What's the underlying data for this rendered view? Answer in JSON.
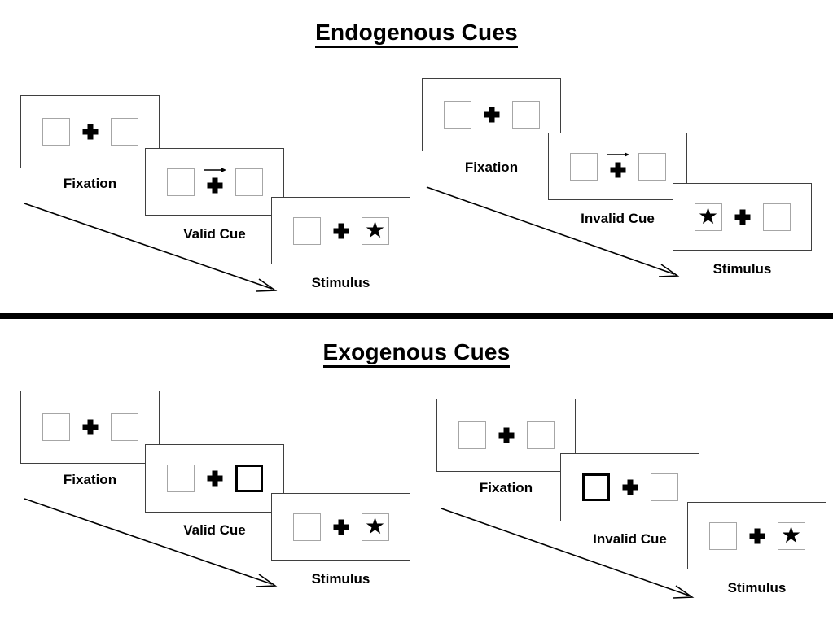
{
  "sections": [
    {
      "title": "Endogenous Cues",
      "cue_type": "arrow",
      "sequences": [
        {
          "name": "valid",
          "panels": [
            {
              "caption": "Fixation",
              "cue": "none",
              "left_content": "empty",
              "right_content": "empty"
            },
            {
              "caption": "Valid Cue",
              "cue": "arrow-right",
              "left_content": "empty",
              "right_content": "empty"
            },
            {
              "caption": "Stimulus",
              "cue": "none",
              "left_content": "empty",
              "right_content": "star"
            }
          ]
        },
        {
          "name": "invalid",
          "panels": [
            {
              "caption": "Fixation",
              "cue": "none",
              "left_content": "empty",
              "right_content": "empty"
            },
            {
              "caption": "Invalid Cue",
              "cue": "arrow-right",
              "left_content": "empty",
              "right_content": "empty"
            },
            {
              "caption": "Stimulus",
              "cue": "none",
              "left_content": "star",
              "right_content": "empty"
            }
          ]
        }
      ]
    },
    {
      "title": "Exogenous Cues",
      "cue_type": "box-highlight",
      "sequences": [
        {
          "name": "valid",
          "panels": [
            {
              "caption": "Fixation",
              "cue": "none",
              "left_content": "empty",
              "right_content": "empty"
            },
            {
              "caption": "Valid Cue",
              "cue": "highlight-right",
              "left_content": "empty",
              "right_content": "empty"
            },
            {
              "caption": "Stimulus",
              "cue": "none",
              "left_content": "empty",
              "right_content": "star"
            }
          ]
        },
        {
          "name": "invalid",
          "panels": [
            {
              "caption": "Fixation",
              "cue": "none",
              "left_content": "empty",
              "right_content": "empty"
            },
            {
              "caption": "Invalid Cue",
              "cue": "highlight-left",
              "left_content": "empty",
              "right_content": "empty"
            },
            {
              "caption": "Stimulus",
              "cue": "none",
              "left_content": "empty",
              "right_content": "star"
            }
          ]
        }
      ]
    }
  ],
  "glyphs": {
    "star": "★",
    "arrow_right": "→"
  },
  "colors": {
    "placeholder_border": "#a6a6a6",
    "cue_border": "#000000",
    "panel_border": "#3f3f3f",
    "divider": "#000000",
    "text": "#000000"
  }
}
